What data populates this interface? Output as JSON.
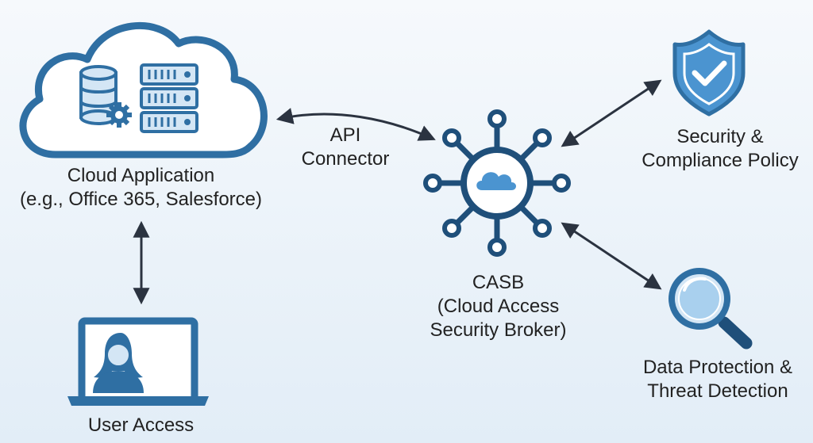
{
  "nodes": {
    "cloud_app": {
      "line1": "Cloud Application",
      "line2": "(e.g., Office 365, Salesforce)"
    },
    "user": {
      "line1": "User Access"
    },
    "casb": {
      "line1": "CASB",
      "line2": "(Cloud Access",
      "line3": "Security Broker)"
    },
    "policy": {
      "line1": "Security &",
      "line2": "Compliance Policy"
    },
    "protection": {
      "line1": "Data Protection &",
      "line2": "Threat Detection"
    }
  },
  "edges": {
    "api": {
      "line1": "API",
      "line2": "Connector"
    }
  },
  "colors": {
    "primary": "#2f6fa3",
    "dark": "#1f4f7a",
    "light": "#d4e6f5",
    "arrow": "#2b3340"
  }
}
